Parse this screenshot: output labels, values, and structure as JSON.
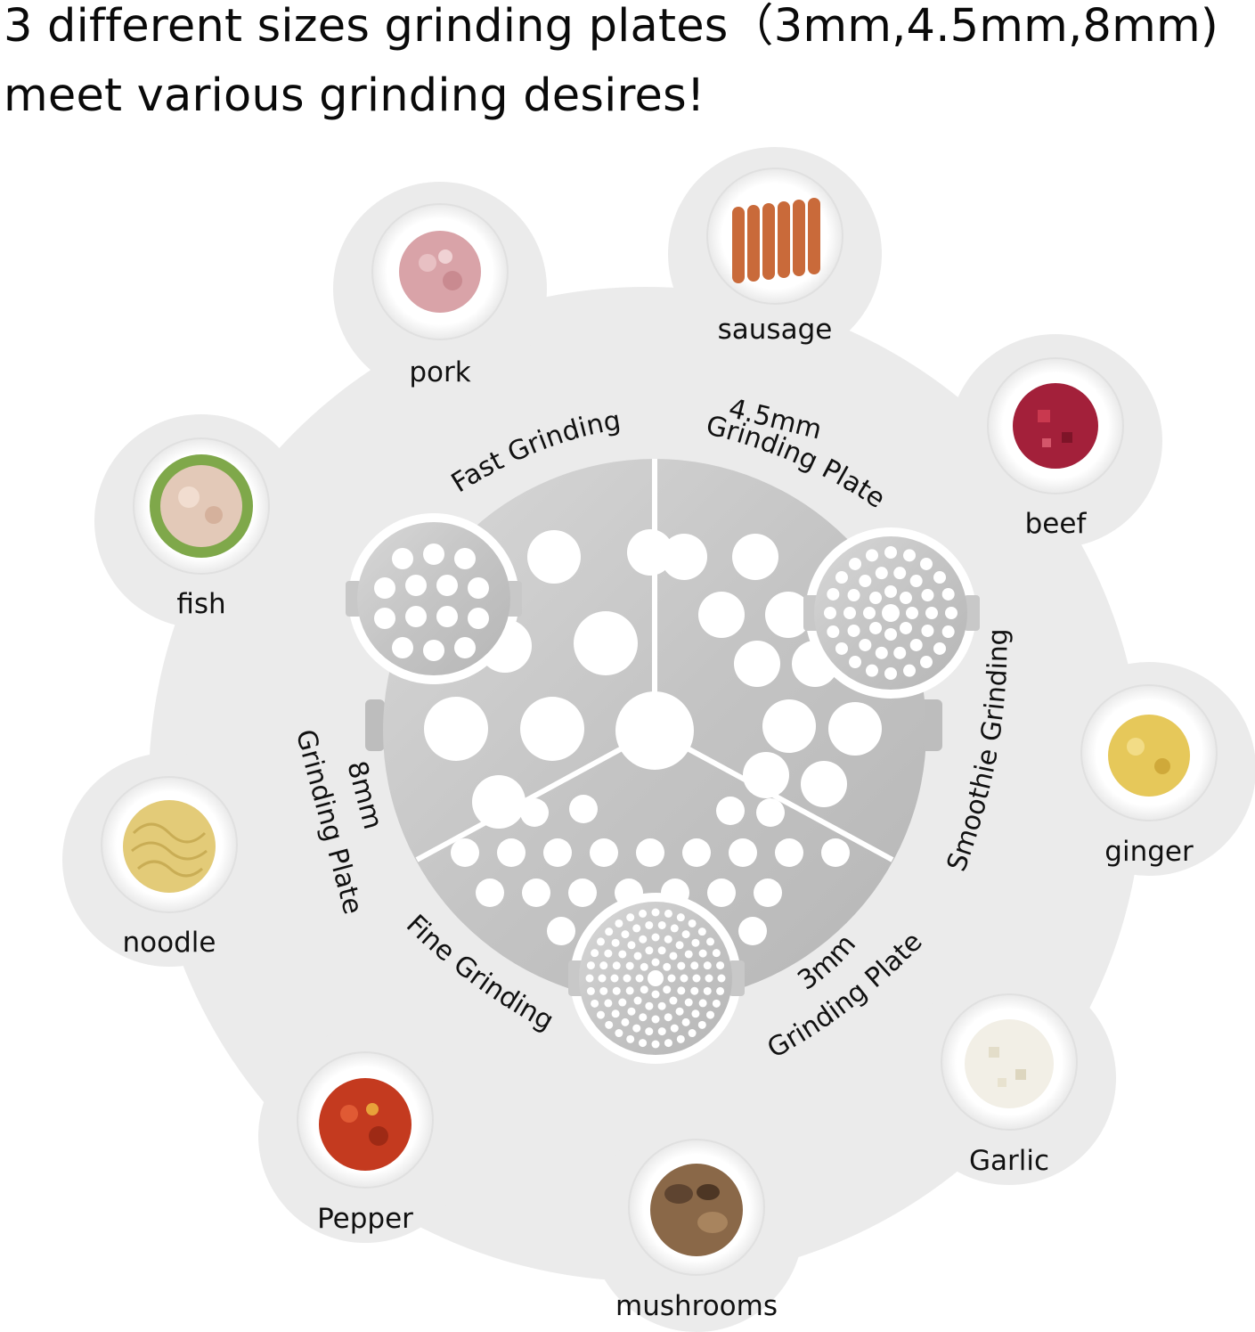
{
  "headline": {
    "line1": "3 different sizes grinding plates（3mm,4.5mm,8mm)",
    "line2": "meet various grinding desires!"
  },
  "plates": {
    "fast_grinding": "Fast Grinding",
    "plate_45_line1": "4.5mm",
    "plate_45_line2": "Grinding Plate",
    "smoothie_grinding": "Smoothie Grinding",
    "plate_3_line1": "3mm",
    "plate_3_line2": "Grinding Plate",
    "fine_grinding": "Fine Grinding",
    "plate_8_line1": "8mm",
    "plate_8_line2": "Grinding Plate"
  },
  "foods": {
    "pork": "pork",
    "sausage": "sausage",
    "beef": "beef",
    "fish": "fish",
    "ginger": "ginger",
    "noodle": "noodle",
    "garlic": "Garlic",
    "pepper": "Pepper",
    "mushrooms": "mushrooms"
  },
  "colors": {
    "backdrop_circle": "#ebebeb",
    "steel": "#c9c9c9",
    "pork": "#d9a3a8",
    "sausage": "#c96a3a",
    "beef": "#a3203a",
    "fish": "#e3c9b8",
    "ginger": "#e6c85a",
    "noodle": "#e3cb78",
    "garlic": "#f2efe6",
    "pepper": "#c43a1f",
    "mushrooms": "#8a6848"
  }
}
